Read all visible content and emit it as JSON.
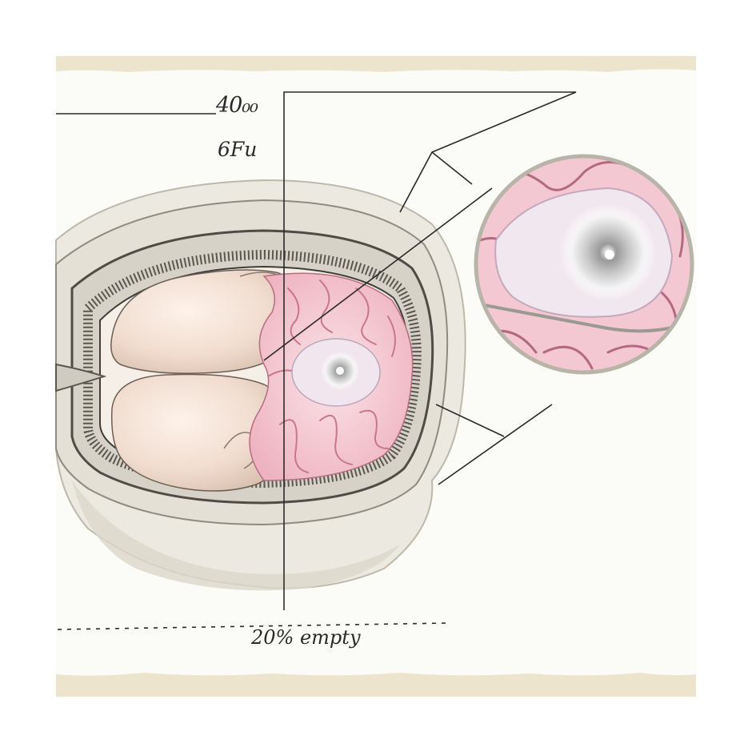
{
  "labels": {
    "top": "40₀₀",
    "middle": "6Fu",
    "bottom": "20% empty"
  },
  "colors": {
    "paper": "#fbfbf8",
    "paper_edge": "#ece4cc",
    "ink": "#2a2a2a",
    "brain_pink": "#f2c2cc",
    "brain_pink_dark": "#d98ea0",
    "lobe_beige": "#f1ddd0",
    "skull_gray": "#c9c6bd"
  }
}
